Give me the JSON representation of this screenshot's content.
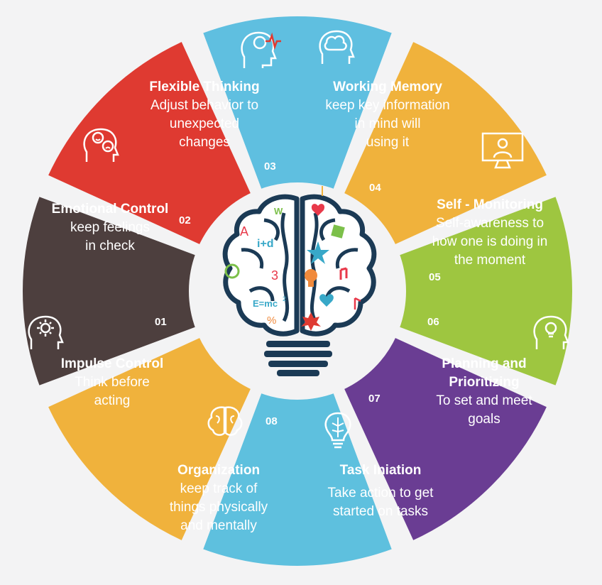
{
  "colors": {
    "flexible": "#5fbfe0",
    "working": "#f0b23c",
    "self": "#9ec640",
    "planning": "#6a3d93",
    "task": "#5ec0de",
    "organization": "#f0b23c",
    "impulse": "#4d3f3e",
    "emotional": "#df3a31",
    "brain_outline": "#1b3a55"
  },
  "segments": [
    {
      "key": "flexible",
      "number": "03",
      "title": "Flexible Thinking",
      "lines": [
        "Adjust behavior to",
        "unexpected",
        "changes"
      ],
      "icon": "head-brainwave-icon"
    },
    {
      "key": "working",
      "number": "04",
      "title": "Working Memory",
      "lines": [
        "keep key information",
        "in mind will",
        "using it"
      ],
      "icon": "brain-head-icon"
    },
    {
      "key": "self",
      "number": "05",
      "title": "Self - Monitoring",
      "lines": [
        "Self-awareness to",
        "how one is doing in",
        "the moment"
      ],
      "icon": "monitor-person-icon"
    },
    {
      "key": "planning",
      "number": "06",
      "title": "Planning and Prioritizing",
      "title_lines": [
        "Planning and",
        "Prioritizing"
      ],
      "lines": [
        "To set and meet",
        "goals"
      ],
      "icon": "head-lightbulb-icon"
    },
    {
      "key": "task",
      "number": "07",
      "title": "Task Iniation",
      "lines": [
        "Take action to get",
        "started on tasks"
      ],
      "icon": "lightbulb-brain-icon"
    },
    {
      "key": "organization",
      "number": "08",
      "title": "Organization",
      "lines": [
        "keep track of",
        "things physically",
        "and mentally"
      ],
      "icon": "brain-icon"
    },
    {
      "key": "impulse",
      "number": "01",
      "title": "Impulse Control",
      "lines": [
        "Think before",
        "acting"
      ],
      "icon": "head-gear-icon"
    },
    {
      "key": "emotional",
      "number": "02",
      "title": "Emotional Control",
      "lines": [
        "keep feelings",
        "in check"
      ],
      "icon": "head-emotions-icon"
    }
  ],
  "brain": {
    "left_symbols": [
      "W",
      "A",
      "i+d",
      "3",
      "E=mc",
      "2",
      "%"
    ],
    "icon": "brain-lightbulb-icon"
  }
}
